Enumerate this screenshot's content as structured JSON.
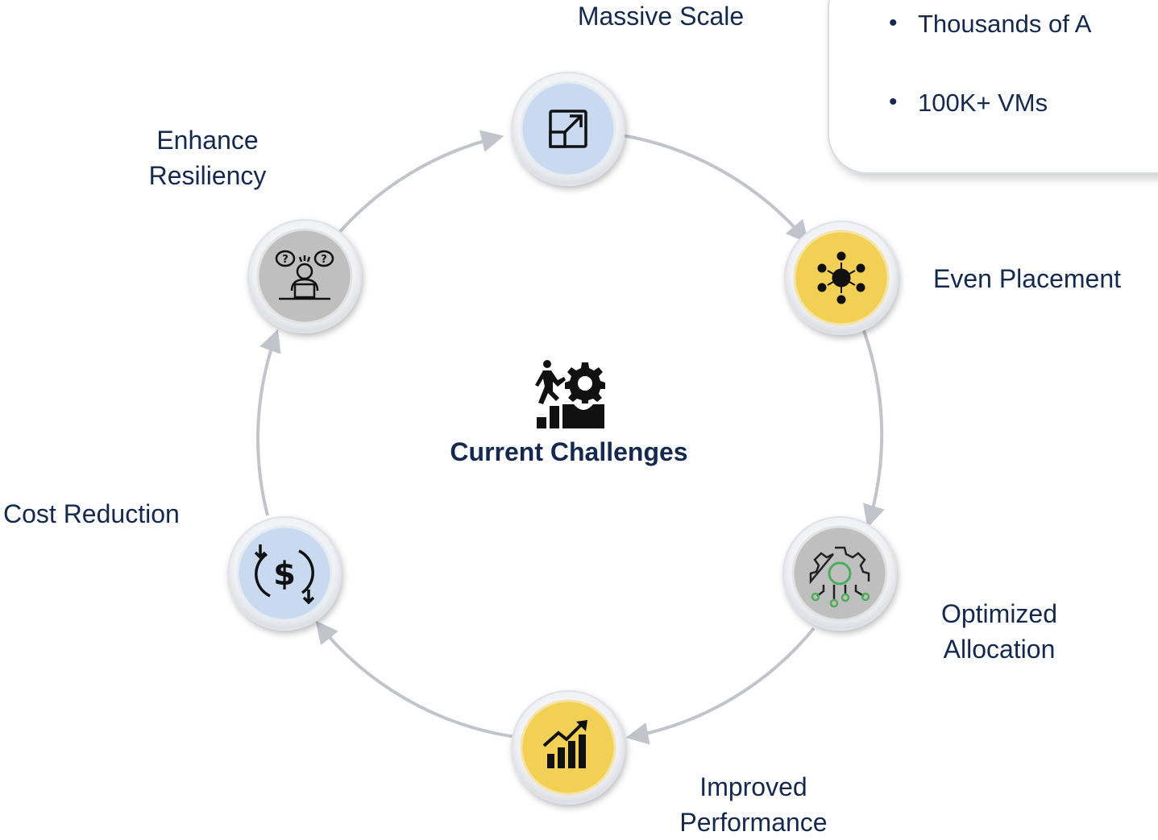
{
  "center": {
    "title": "Current Challenges",
    "icon": "climber-gear-icon"
  },
  "callout": {
    "items": [
      "Thousands of A",
      "100K+ VMs"
    ]
  },
  "nodes": [
    {
      "id": "massive-scale",
      "label": "Massive Scale",
      "icon": "expand-icon",
      "color": "#c9daf0"
    },
    {
      "id": "even-placement",
      "label": "Even Placement",
      "icon": "network-hub-icon",
      "color": "#f2cf55"
    },
    {
      "id": "optimized-allocation",
      "label": "Optimized Allocation",
      "icon": "gear-circuit-icon",
      "color": "#bfbfbf"
    },
    {
      "id": "improved-performance",
      "label": "Improved Performance",
      "icon": "chart-growth-icon",
      "color": "#f2cf55"
    },
    {
      "id": "cost-reduction",
      "label": "Cost Reduction",
      "icon": "dollar-cycle-icon",
      "color": "#c9daf0"
    },
    {
      "id": "enhance-resiliency",
      "label": "Enhance Resiliency",
      "icon": "confused-worker-icon",
      "color": "#bfbfbf"
    }
  ],
  "colors": {
    "text": "#15294f",
    "ring": "#c2c4cc",
    "node_outline": "#dfe2e8"
  }
}
